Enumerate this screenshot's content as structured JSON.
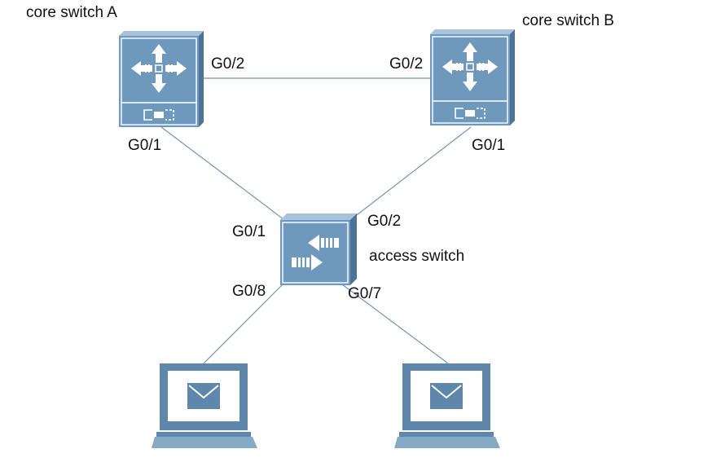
{
  "colors": {
    "device_front": "#6f98bd",
    "device_top": "#a9c4da",
    "device_side": "#4d7396",
    "device_border": "#ffffff",
    "laptop_frame": "#5f87ab",
    "laptop_screen": "#ffffff",
    "laptop_base": "#86a9c6",
    "link_line": "#6f95b5"
  },
  "devices": {
    "core_a": {
      "label": "core switch A",
      "icon": "core-switch-icon"
    },
    "core_b": {
      "label": "core switch B",
      "icon": "core-switch-icon"
    },
    "access": {
      "label": "access switch",
      "icon": "access-switch-icon"
    },
    "laptop_left": {
      "icon": "laptop-mail-icon"
    },
    "laptop_right": {
      "icon": "laptop-mail-icon"
    }
  },
  "ports": {
    "core_a_g02": "G0/2",
    "core_b_g02": "G0/2",
    "core_a_g01": "G0/1",
    "core_b_g01": "G0/1",
    "access_g01": "G0/1",
    "access_g02": "G0/2",
    "access_g08": "G0/8",
    "access_g07": "G0/7"
  }
}
